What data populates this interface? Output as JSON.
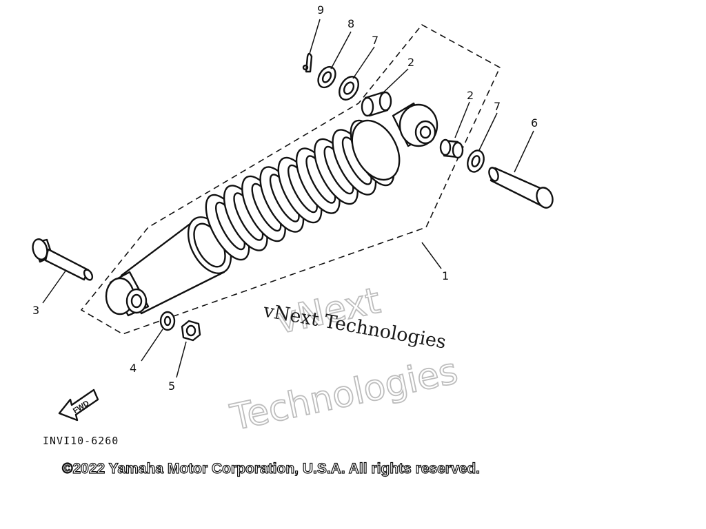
{
  "callouts": [
    "9",
    "8",
    "7",
    "2",
    "2",
    "7",
    "6",
    "1",
    "3",
    "4",
    "5"
  ],
  "watermark": {
    "outline_line1": "vNext",
    "outline_line2": "Technologies",
    "serif": "vNext Technologies"
  },
  "fwd_label": "FWD",
  "reference": "INVI10-6260",
  "copyright": "©2022 Yamaha Motor Corporation, U.S.A. All rights reserved."
}
